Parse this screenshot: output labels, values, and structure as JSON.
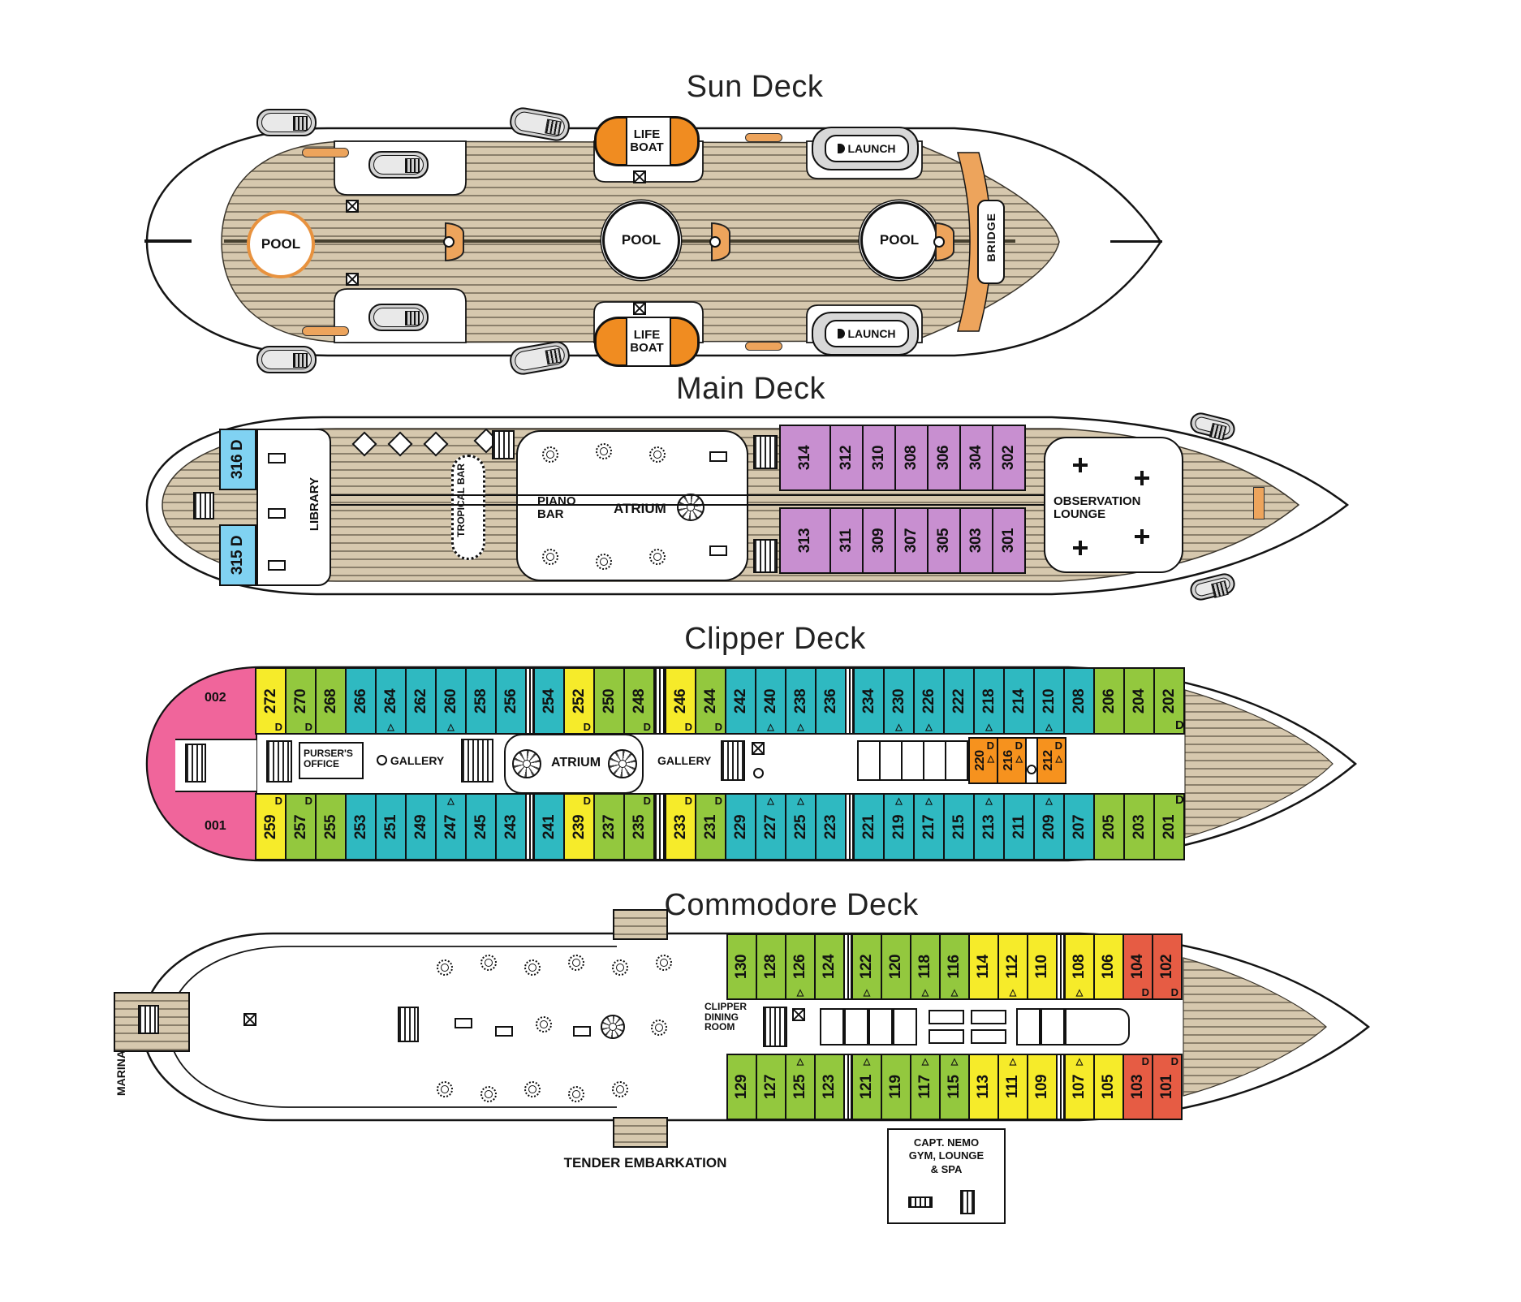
{
  "colors": {
    "yellow": "#f6eb2a",
    "green": "#93c83e",
    "teal": "#2fb9c1",
    "red": "#e65c44",
    "orange_cabin": "#f6921e",
    "purple": "#c88fd0",
    "blue": "#80d2f2",
    "pink": "#f0659b",
    "wood": "#d6c8ae",
    "lifeboat_orange": "#f08c21",
    "fixture_orange": "#eda45c"
  },
  "titles": {
    "sun": "Sun Deck",
    "main": "Main Deck",
    "clipper": "Clipper Deck",
    "commodore": "Commodore Deck"
  },
  "sun": {
    "pool1": "POOL",
    "pool2": "POOL",
    "pool3": "POOL",
    "life_boat": [
      "LIFE",
      "BOAT"
    ],
    "launch": "LAUNCH",
    "bridge": "BRIDGE"
  },
  "main": {
    "blue_top": "316 D",
    "blue_bottom": "315 D",
    "library": "LIBRARY",
    "tropical_bar": [
      "TROPICAL",
      "BAR"
    ],
    "piano_bar": [
      "PIANO",
      "BAR"
    ],
    "atrium": "ATRIUM",
    "observation_lounge": [
      "OBSERVATION",
      "LOUNGE"
    ],
    "top": [
      {
        "n": "314",
        "c": "p"
      },
      {
        "n": "312",
        "c": "p"
      },
      {
        "n": "310",
        "c": "p"
      },
      {
        "n": "308",
        "c": "p"
      },
      {
        "n": "306",
        "c": "p"
      },
      {
        "n": "304",
        "c": "p"
      },
      {
        "n": "302",
        "c": "p"
      }
    ],
    "bottom": [
      {
        "n": "313",
        "c": "p"
      },
      {
        "n": "311",
        "c": "p"
      },
      {
        "n": "309",
        "c": "p"
      },
      {
        "n": "307",
        "c": "p"
      },
      {
        "n": "305",
        "c": "p"
      },
      {
        "n": "303",
        "c": "p"
      },
      {
        "n": "301",
        "c": "p"
      }
    ]
  },
  "clipper": {
    "stern_top": "002",
    "stern_bottom": "001",
    "pursers_office": [
      "PURSER'S",
      "OFFICE"
    ],
    "gallery_fwd": "GALLERY",
    "gallery_aft": "GALLERY",
    "atrium": "ATRIUM",
    "door_mark": "D",
    "top": [
      {
        "n": "272",
        "c": "y",
        "d": 1
      },
      {
        "n": "270",
        "c": "g",
        "d": 1
      },
      {
        "n": "268",
        "c": "g"
      },
      {
        "n": "266",
        "c": "t"
      },
      {
        "n": "264",
        "c": "t",
        "t": 1
      },
      {
        "n": "262",
        "c": "t"
      },
      {
        "n": "260",
        "c": "t",
        "t": 1
      },
      {
        "n": "258",
        "c": "t"
      },
      {
        "n": "256",
        "c": "t",
        "g": "l"
      },
      {
        "n": "254",
        "c": "t"
      },
      {
        "n": "252",
        "c": "y",
        "d": 1
      },
      {
        "n": "250",
        "c": "g"
      },
      {
        "n": "248",
        "c": "g",
        "d": 1,
        "g": "s"
      },
      {
        "n": "246",
        "c": "y",
        "d": 1
      },
      {
        "n": "244",
        "c": "g",
        "d": 1
      },
      {
        "n": "242",
        "c": "t"
      },
      {
        "n": "240",
        "c": "t",
        "t": 1
      },
      {
        "n": "238",
        "c": "t",
        "t": 1
      },
      {
        "n": "236",
        "c": "t",
        "g": "l"
      },
      {
        "n": "234",
        "c": "t"
      },
      {
        "n": "230",
        "c": "t",
        "t": 1
      },
      {
        "n": "226",
        "c": "t",
        "t": 1
      },
      {
        "n": "222",
        "c": "t"
      },
      {
        "n": "218",
        "c": "t",
        "t": 1
      },
      {
        "n": "214",
        "c": "t"
      },
      {
        "n": "210",
        "c": "t",
        "t": 1
      },
      {
        "n": "208",
        "c": "t"
      },
      {
        "n": "206",
        "c": "g"
      },
      {
        "n": "204",
        "c": "g"
      },
      {
        "n": "202",
        "c": "g"
      }
    ],
    "bottom": [
      {
        "n": "259",
        "c": "y",
        "d": 1
      },
      {
        "n": "257",
        "c": "g",
        "d": 1
      },
      {
        "n": "255",
        "c": "g"
      },
      {
        "n": "253",
        "c": "t"
      },
      {
        "n": "251",
        "c": "t"
      },
      {
        "n": "249",
        "c": "t"
      },
      {
        "n": "247",
        "c": "t",
        "t": 1
      },
      {
        "n": "245",
        "c": "t"
      },
      {
        "n": "243",
        "c": "t",
        "g": "l"
      },
      {
        "n": "241",
        "c": "t"
      },
      {
        "n": "239",
        "c": "y",
        "d": 1
      },
      {
        "n": "237",
        "c": "g"
      },
      {
        "n": "235",
        "c": "g",
        "d": 1,
        "g": "s"
      },
      {
        "n": "233",
        "c": "y",
        "d": 1
      },
      {
        "n": "231",
        "c": "g",
        "d": 1
      },
      {
        "n": "229",
        "c": "t"
      },
      {
        "n": "227",
        "c": "t",
        "t": 1
      },
      {
        "n": "225",
        "c": "t",
        "t": 1
      },
      {
        "n": "223",
        "c": "t",
        "g": "l"
      },
      {
        "n": "221",
        "c": "t"
      },
      {
        "n": "219",
        "c": "t",
        "t": 1
      },
      {
        "n": "217",
        "c": "t",
        "t": 1
      },
      {
        "n": "215",
        "c": "t"
      },
      {
        "n": "213",
        "c": "t",
        "t": 1
      },
      {
        "n": "211",
        "c": "t"
      },
      {
        "n": "209",
        "c": "t",
        "t": 1
      },
      {
        "n": "207",
        "c": "t"
      },
      {
        "n": "205",
        "c": "g"
      },
      {
        "n": "203",
        "c": "g"
      },
      {
        "n": "201",
        "c": "g"
      }
    ],
    "mid": [
      {
        "n": "220",
        "c": "o",
        "d": 1,
        "t": 1
      },
      {
        "n": "216",
        "c": "o",
        "d": 1,
        "t": 1,
        "g": "c"
      },
      {
        "n": "212",
        "c": "o",
        "d": 1,
        "t": 1
      }
    ]
  },
  "commodore": {
    "marina": "MARINA",
    "dining_room": [
      "CLIPPER",
      "DINING",
      "ROOM"
    ],
    "tender": "TENDER EMBARKATION",
    "nemo": [
      "CAPT. NEMO",
      "GYM, LOUNGE",
      "& SPA"
    ],
    "top": [
      {
        "n": "130",
        "c": "g"
      },
      {
        "n": "128",
        "c": "g"
      },
      {
        "n": "126",
        "c": "g",
        "t": 1
      },
      {
        "n": "124",
        "c": "g",
        "g": "l"
      },
      {
        "n": "122",
        "c": "g",
        "t": 1
      },
      {
        "n": "120",
        "c": "g"
      },
      {
        "n": "118",
        "c": "g",
        "t": 1
      },
      {
        "n": "116",
        "c": "g",
        "t": 1
      },
      {
        "n": "114",
        "c": "y"
      },
      {
        "n": "112",
        "c": "y",
        "t": 1
      },
      {
        "n": "110",
        "c": "y",
        "g": "l"
      },
      {
        "n": "108",
        "c": "y",
        "t": 1
      },
      {
        "n": "106",
        "c": "y"
      },
      {
        "n": "104",
        "c": "r",
        "d": 1
      },
      {
        "n": "102",
        "c": "r",
        "d": 1
      }
    ],
    "bottom": [
      {
        "n": "129",
        "c": "g"
      },
      {
        "n": "127",
        "c": "g"
      },
      {
        "n": "125",
        "c": "g",
        "t": 1
      },
      {
        "n": "123",
        "c": "g",
        "g": "l"
      },
      {
        "n": "121",
        "c": "g",
        "t": 1
      },
      {
        "n": "119",
        "c": "g"
      },
      {
        "n": "117",
        "c": "g",
        "t": 1
      },
      {
        "n": "115",
        "c": "g",
        "t": 1
      },
      {
        "n": "113",
        "c": "y"
      },
      {
        "n": "111",
        "c": "y",
        "t": 1
      },
      {
        "n": "109",
        "c": "y",
        "g": "l"
      },
      {
        "n": "107",
        "c": "y",
        "t": 1
      },
      {
        "n": "105",
        "c": "y"
      },
      {
        "n": "103",
        "c": "r",
        "d": 1
      },
      {
        "n": "101",
        "c": "r",
        "d": 1
      }
    ]
  }
}
